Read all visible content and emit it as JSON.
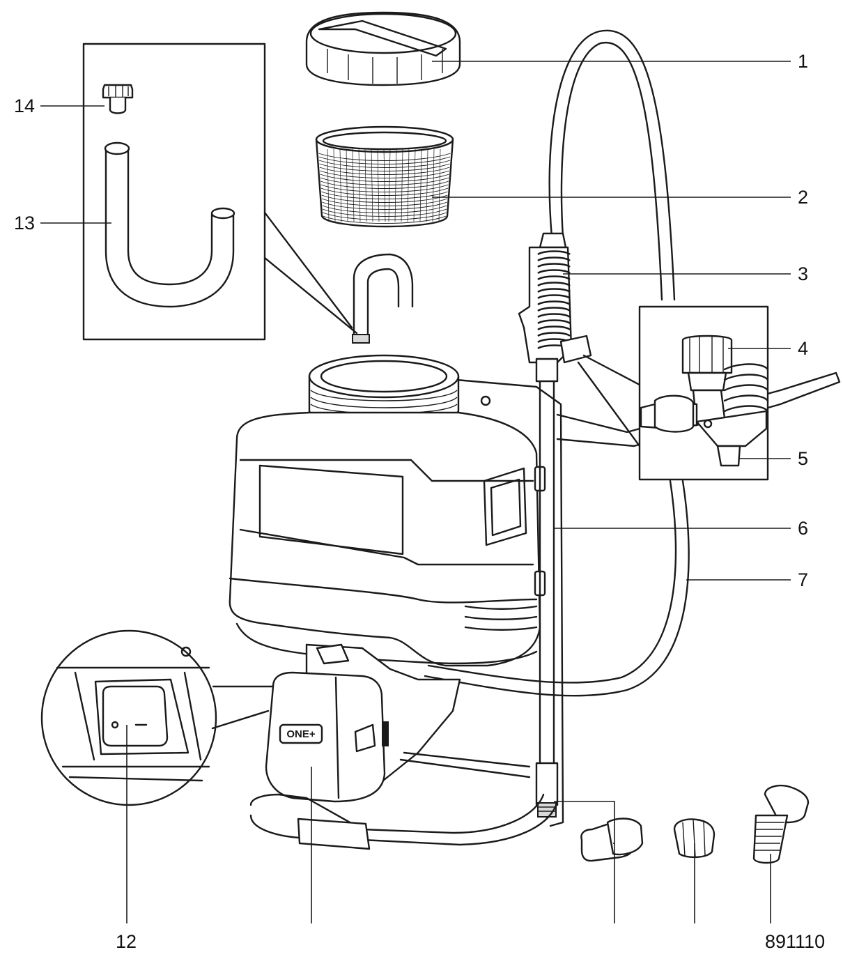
{
  "callouts": {
    "c1": "1",
    "c2": "2",
    "c3": "3",
    "c4": "4",
    "c5": "5",
    "c6": "6",
    "c7": "7",
    "c12": "12",
    "c13": "13",
    "c14": "14",
    "figure_code": "891110"
  },
  "battery_logo": "ONE+",
  "colors": {
    "line": "#1a1a1a",
    "background": "#ffffff"
  }
}
